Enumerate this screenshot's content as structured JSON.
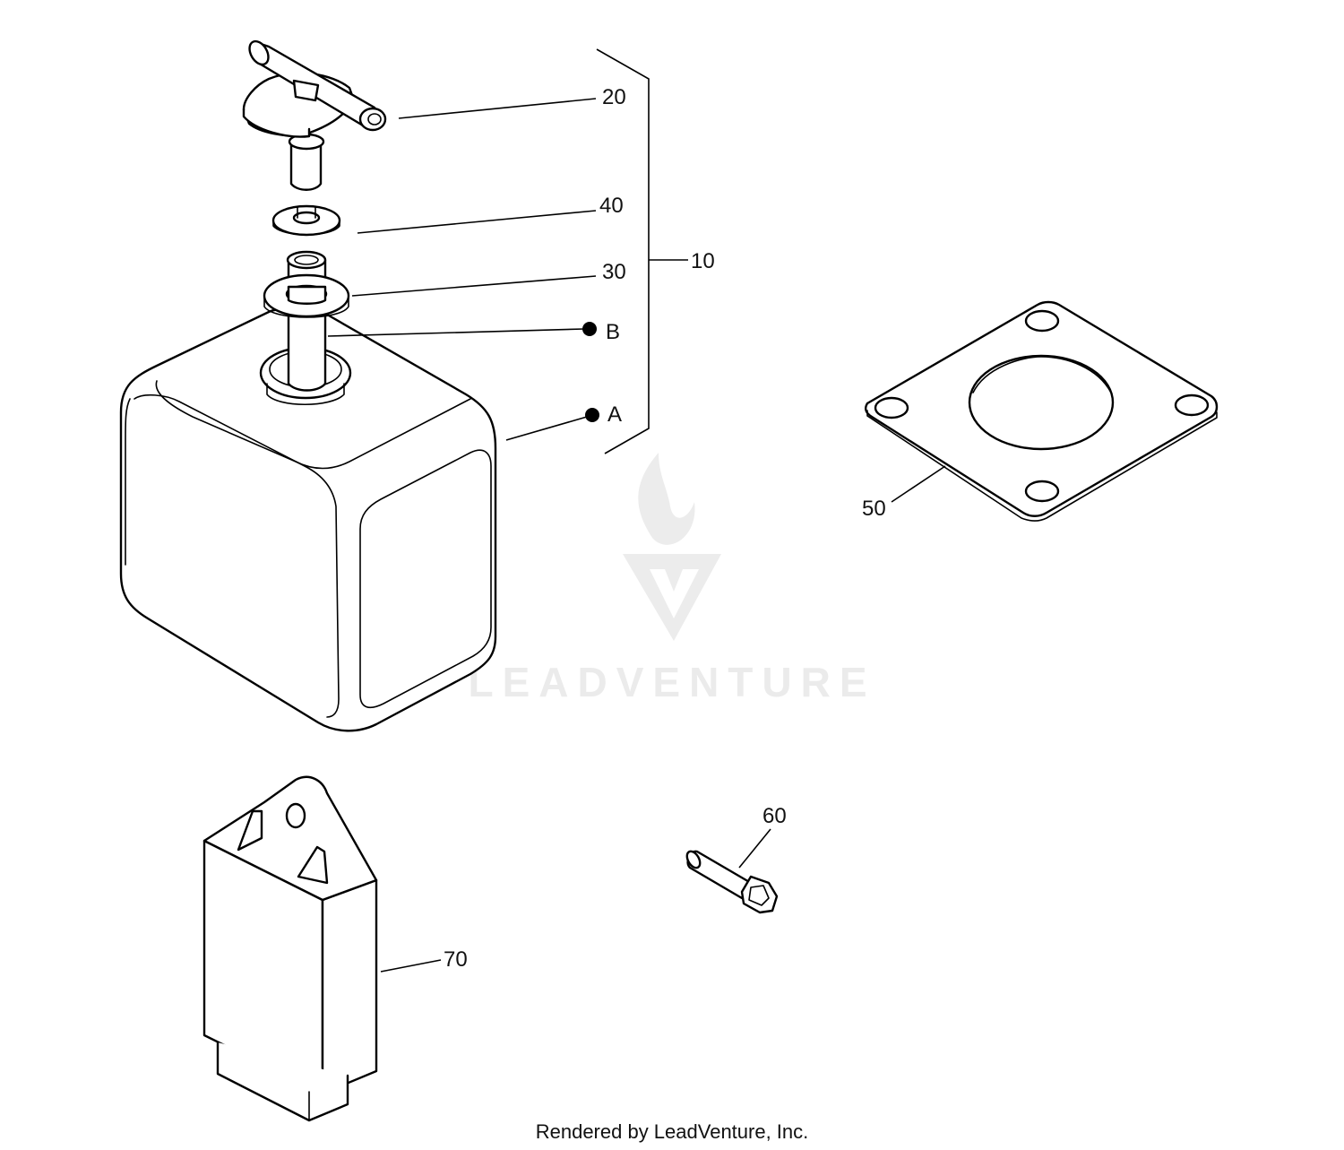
{
  "callouts": {
    "c20": "20",
    "c40": "40",
    "c30": "30",
    "c10": "10",
    "cB": "B",
    "cA": "A",
    "c50": "50",
    "c60": "60",
    "c70": "70"
  },
  "watermark": {
    "text": "LEADVENTURE"
  },
  "footer": {
    "credit": "Rendered by LeadVenture, Inc."
  },
  "colors": {
    "line": "#000000",
    "watermark": "#ebebeb",
    "background": "#ffffff"
  }
}
